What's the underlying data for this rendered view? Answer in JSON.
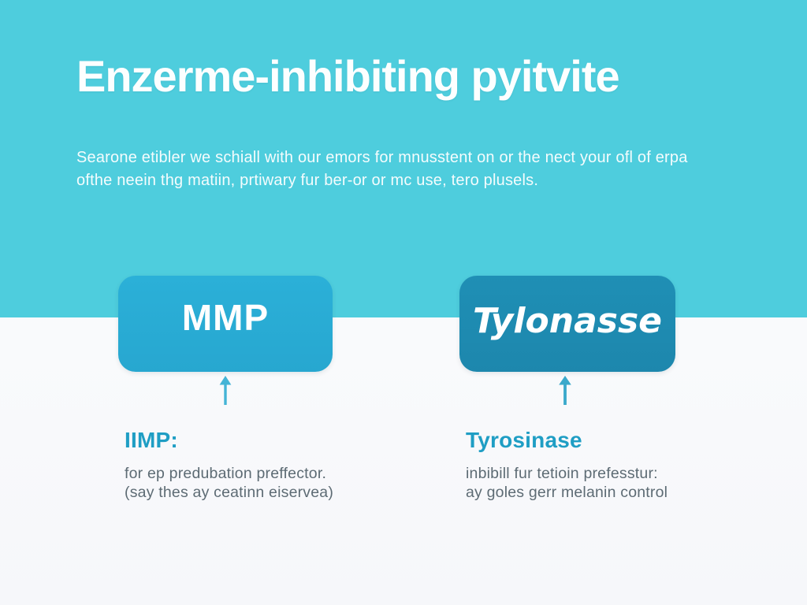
{
  "header": {
    "title": "Enzerme-inhibiting pyitvite",
    "subtitle_line1": "Searone etibler we schiall with our emors for mnusstent on or the nect your ofl of erpa",
    "subtitle_line2": "ofthe neein thg matiin, prtiwary fur ber-or or mc use, tero plusels."
  },
  "columns": [
    {
      "box_label": "MMP",
      "arrow_icon": "up-arrow",
      "heading": "IIMP:",
      "description_line1": "for ep predubation preffector.",
      "description_line2": "(say thes ay ceatinn eiservea)"
    },
    {
      "box_label": "Tylonasse",
      "arrow_icon": "up-arrow",
      "heading": "Tyrosinase",
      "description_line1": "inbibill fur tetioin prefesstur:",
      "description_line2": "ay goles gerr melanin control"
    }
  ],
  "colors": {
    "header_background": "#4ecddd",
    "box1_background": "#2bb0d8",
    "box2_background": "#1f8fb5",
    "box_text": "#ffffff",
    "title_text": "#fcffff",
    "label_heading": "#1f9ec4",
    "description_text": "#5d6b74",
    "arrow": "#44b4d6"
  }
}
